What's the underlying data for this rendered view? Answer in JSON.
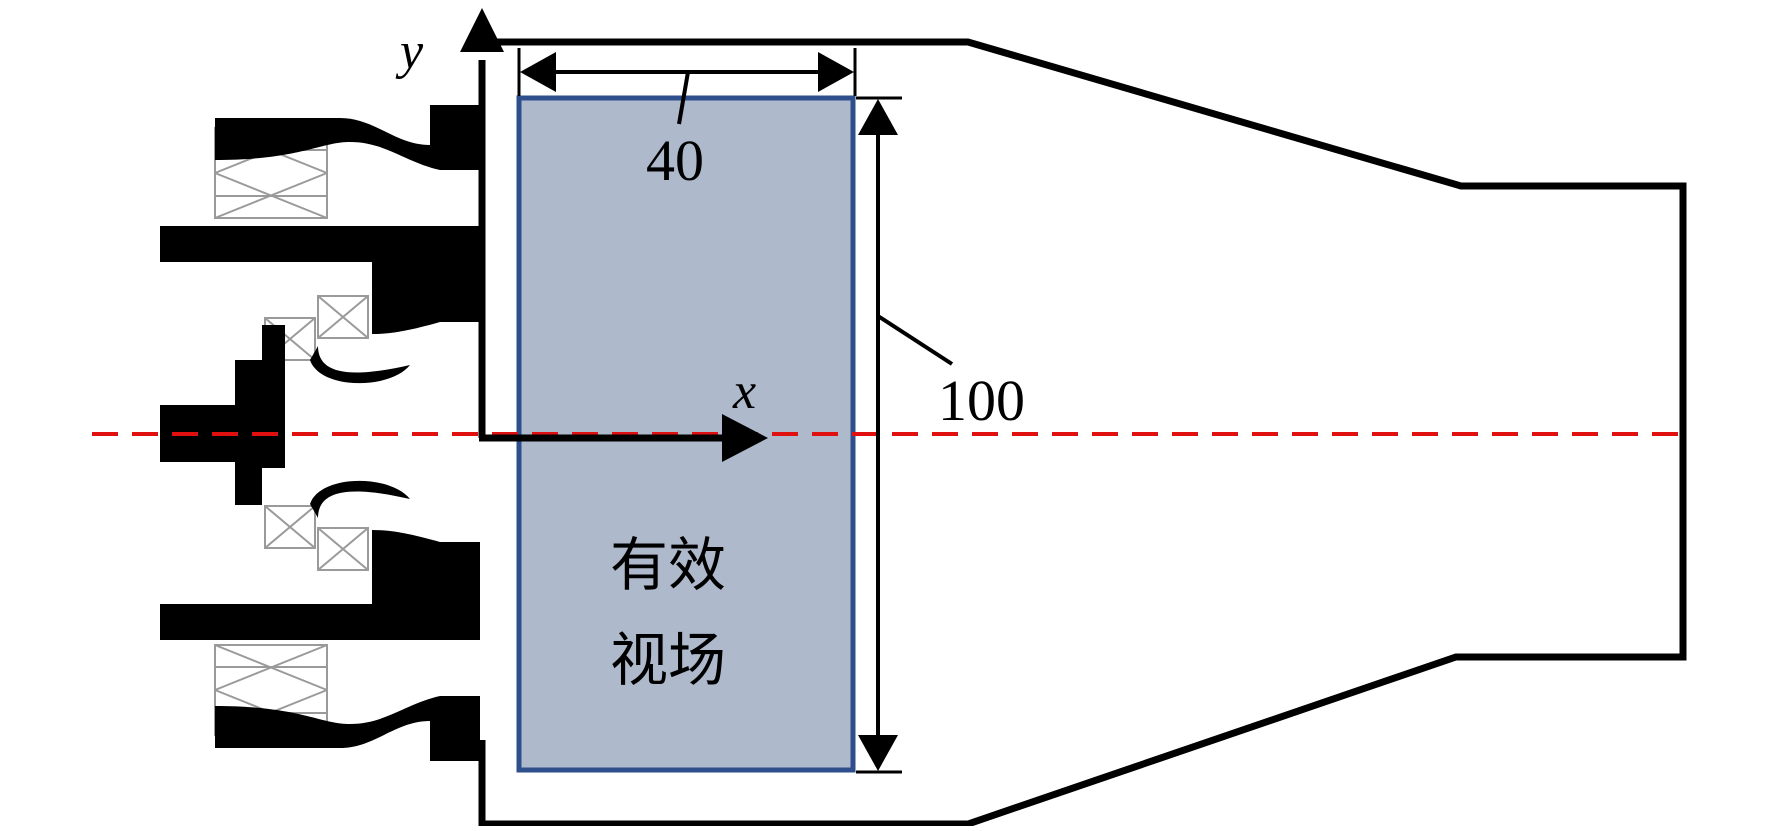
{
  "axes": {
    "x_label": "x",
    "y_label": "y"
  },
  "dimensions": {
    "width": "40",
    "height": "100"
  },
  "region": {
    "line1": "有效",
    "line2": "视场"
  },
  "colors": {
    "field_fill": "#aeb9cc",
    "field_stroke": "#2e4f8c",
    "centerline": "#e01010",
    "ink": "#000000"
  },
  "icons": {
    "swirler": "swirler-cross-section",
    "combustor": "combustor-outline"
  }
}
